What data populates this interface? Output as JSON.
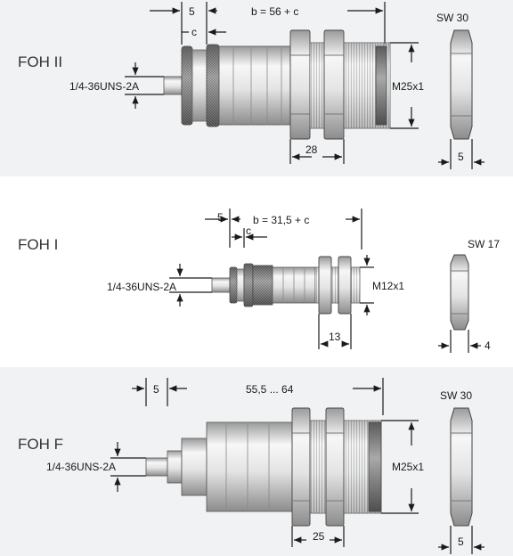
{
  "panels": [
    {
      "title": "FOH II",
      "thread_label": "1/4-36UNS-2A",
      "offset_label": "5",
      "length_label": "b = 56 + c",
      "c_label": "c",
      "body_thread_label": "M25x1",
      "wrench_label": "SW 30",
      "nut_dim_label": "28",
      "nut_thickness_label": "5"
    },
    {
      "title": "FOH I",
      "thread_label": "1/4-36UNS-2A",
      "offset_label": "5",
      "length_label": "b = 31,5 + c",
      "c_label": "c",
      "body_thread_label": "M12x1",
      "wrench_label": "SW 17",
      "nut_dim_label": "13",
      "nut_thickness_label": "4"
    },
    {
      "title": "FOH F",
      "thread_label": "1/4-36UNS-2A",
      "offset_label": "5",
      "length_label": "55,5 ... 64",
      "body_thread_label": "M25x1",
      "wrench_label": "SW 30",
      "nut_dim_label": "25",
      "nut_thickness_label": "5"
    }
  ],
  "colors": {
    "panel_bg": "#f1f2f4",
    "metal_light": "#f3f3f3",
    "metal_mid": "#d6d6d6",
    "metal_dark": "#8a8a8a",
    "knurl": "#6e6e6e",
    "line": "#1a1a1a"
  }
}
